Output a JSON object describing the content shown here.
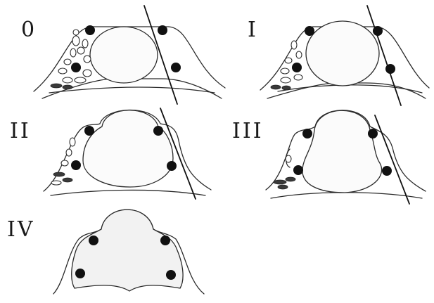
{
  "panels": [
    {
      "id": "p0",
      "label": "0"
    },
    {
      "id": "p1",
      "label": "I"
    },
    {
      "id": "p2",
      "label": "II"
    },
    {
      "id": "p3",
      "label": "III"
    },
    {
      "id": "p4",
      "label": "IV"
    }
  ],
  "colors": {
    "outline": "#2a2a2a",
    "node": "#111111",
    "background": "#ffffff"
  }
}
